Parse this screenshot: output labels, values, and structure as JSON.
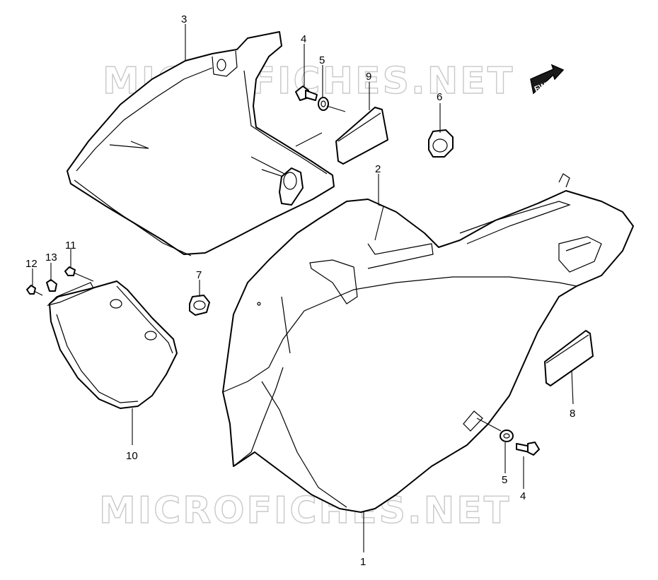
{
  "watermark": {
    "top": "MICROFICHES.NET",
    "bottom": "MICROFICHES.NET"
  },
  "fwd_label": "FWD",
  "callouts": {
    "c1": "1",
    "c2": "2",
    "c3": "3",
    "c4a": "4",
    "c5a": "5",
    "c6": "6",
    "c7": "7",
    "c8": "8",
    "c9": "9",
    "c10": "10",
    "c11": "11",
    "c12": "12",
    "c13": "13",
    "c4b": "4",
    "c5b": "5"
  }
}
